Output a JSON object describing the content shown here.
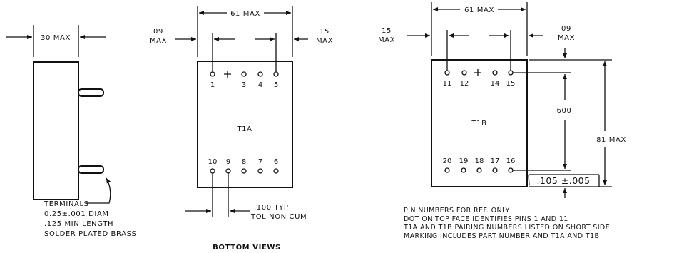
{
  "side_view": {
    "width_label": "30 MAX",
    "terminal_notes": [
      "TERMINALS",
      "0.25±.001 DIAM",
      ".125 MIN LENGTH",
      "SOLDER PLATED BRASS"
    ]
  },
  "t1a_view": {
    "width_label": "61 MAX",
    "left_offset_label": [
      "09",
      "MAX"
    ],
    "right_offset_label": [
      "15",
      "MAX"
    ],
    "name": "T1A",
    "top_pins": [
      "1",
      "3",
      "4",
      "5"
    ],
    "bottom_pins": [
      "10",
      "9",
      "8",
      "7",
      "6"
    ],
    "spacing_label": [
      ".100 TYP",
      "TOL NON CUM"
    ]
  },
  "t1b_view": {
    "width_label": "61 MAX",
    "left_offset_label": [
      "15",
      "MAX"
    ],
    "right_offset_label": [
      "09",
      "MAX"
    ],
    "name": "T1B",
    "top_pins": [
      "11",
      "12",
      "14",
      "15"
    ],
    "bottom_pins": [
      "20",
      "19",
      "18",
      "17",
      "16"
    ],
    "row_spacing_label": "600",
    "height_label": "81 MAX",
    "edge_label": ".105 ±.005"
  },
  "bottom_views_label": "BOTTOM VIEWS",
  "notes": [
    "PIN NUMBERS FOR REF. ONLY",
    "DOT ON TOP FACE IDENTIFIES PINS 1 AND 11",
    "T1A AND T1B PAIRING NUMBERS LISTED ON SHORT SIDE",
    "MARKING INCLUDES PART NUMBER AND T1A AND T1B"
  ]
}
